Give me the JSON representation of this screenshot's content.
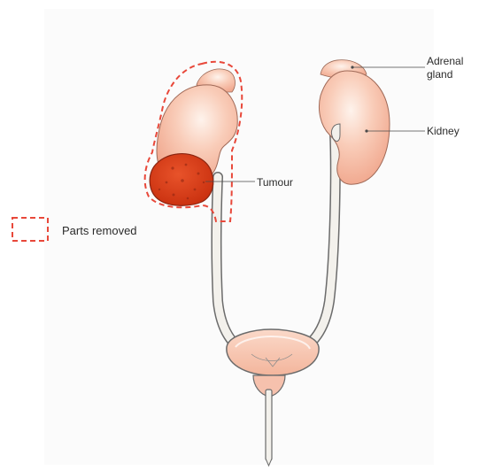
{
  "labels": {
    "adrenal_line1": "Adrenal",
    "adrenal_line2": "gland",
    "kidney": "Kidney",
    "tumour": "Tumour"
  },
  "legend": {
    "label": "Parts removed"
  },
  "colors": {
    "kidney_fill": "#f6b7a0",
    "kidney_highlight": "#fde9df",
    "tumour": "#e0401e",
    "removal_outline": "#e8483a",
    "tract_outline": "#6b6b6b",
    "tract_fill": "#f3f1ec",
    "text": "#2b2b2b"
  }
}
